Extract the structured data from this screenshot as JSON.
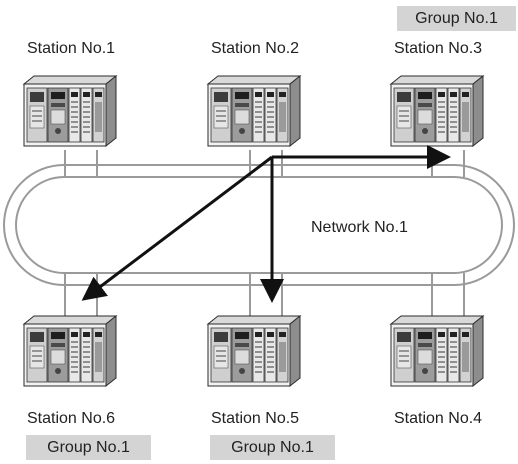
{
  "network": {
    "label": "Network No.1"
  },
  "stations": [
    {
      "id": 1,
      "label": "Station No.1",
      "group": ""
    },
    {
      "id": 2,
      "label": "Station No.2",
      "group": ""
    },
    {
      "id": 3,
      "label": "Station No.3",
      "group": "Group No.1"
    },
    {
      "id": 4,
      "label": "Station No.4",
      "group": ""
    },
    {
      "id": 5,
      "label": "Station No.5",
      "group": "Group No.1"
    },
    {
      "id": 6,
      "label": "Station No.6",
      "group": "Group No.1"
    }
  ],
  "transmission": {
    "source_station": 2,
    "target_stations": [
      3,
      5,
      6
    ]
  },
  "colors": {
    "ring_stroke": "#9a9a9a",
    "arrow": "#111111",
    "group_badge_bg": "#d4d4d4"
  }
}
